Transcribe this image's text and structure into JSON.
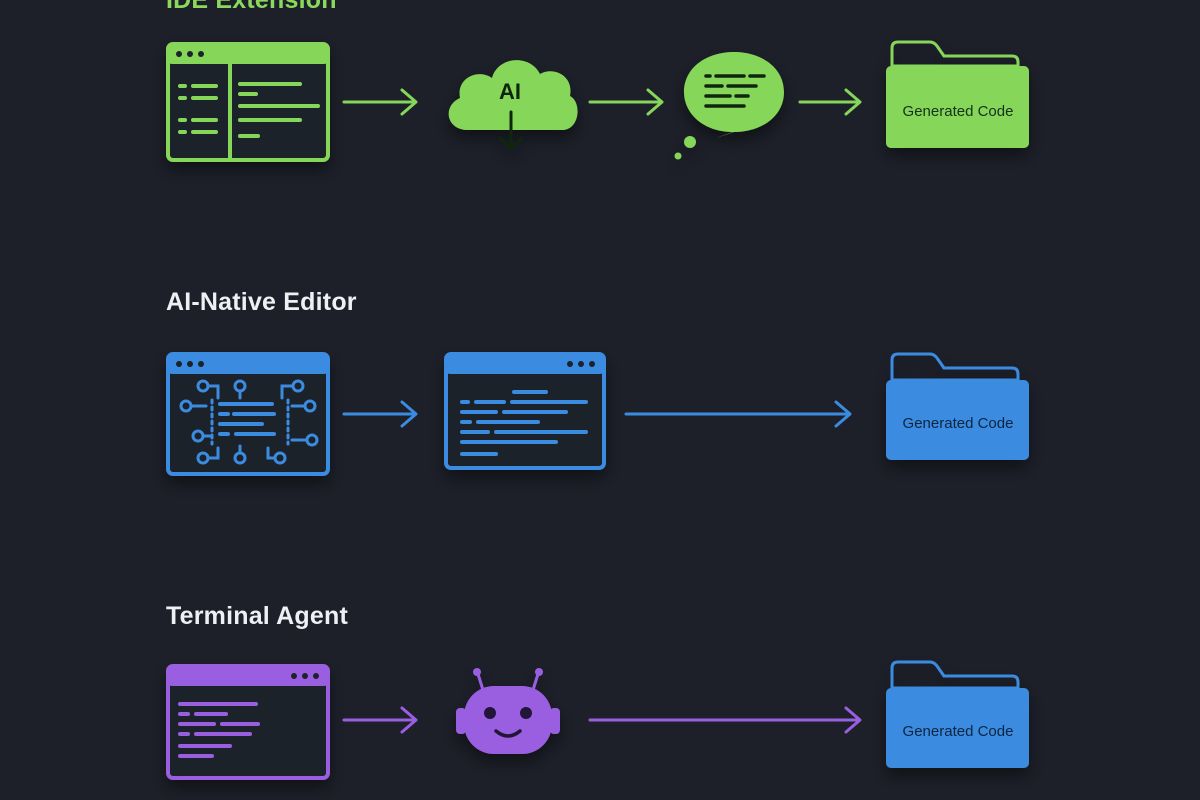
{
  "rows": [
    {
      "title": "IDE Extension",
      "color": "#86d65a",
      "output_label": "Generated Code",
      "cloud_label": "AI"
    },
    {
      "title": "AI-Native Editor",
      "color": "#3b8be0",
      "output_label": "Generated Code"
    },
    {
      "title": "Terminal Agent",
      "color": "#9a5fe0",
      "output_label": "Generated Code"
    }
  ],
  "icons": {
    "row1": [
      "code-editor-window-icon",
      "ai-cloud-download-icon",
      "chat-bubble-icon",
      "folder-icon"
    ],
    "row2": [
      "ai-circuit-window-icon",
      "code-window-icon",
      "folder-icon"
    ],
    "row3": [
      "terminal-window-icon",
      "robot-agent-icon",
      "folder-icon"
    ]
  },
  "colors": {
    "background": "#1d2029",
    "green": "#86d65a",
    "blue": "#3b8be0",
    "purple": "#9a5fe0"
  }
}
